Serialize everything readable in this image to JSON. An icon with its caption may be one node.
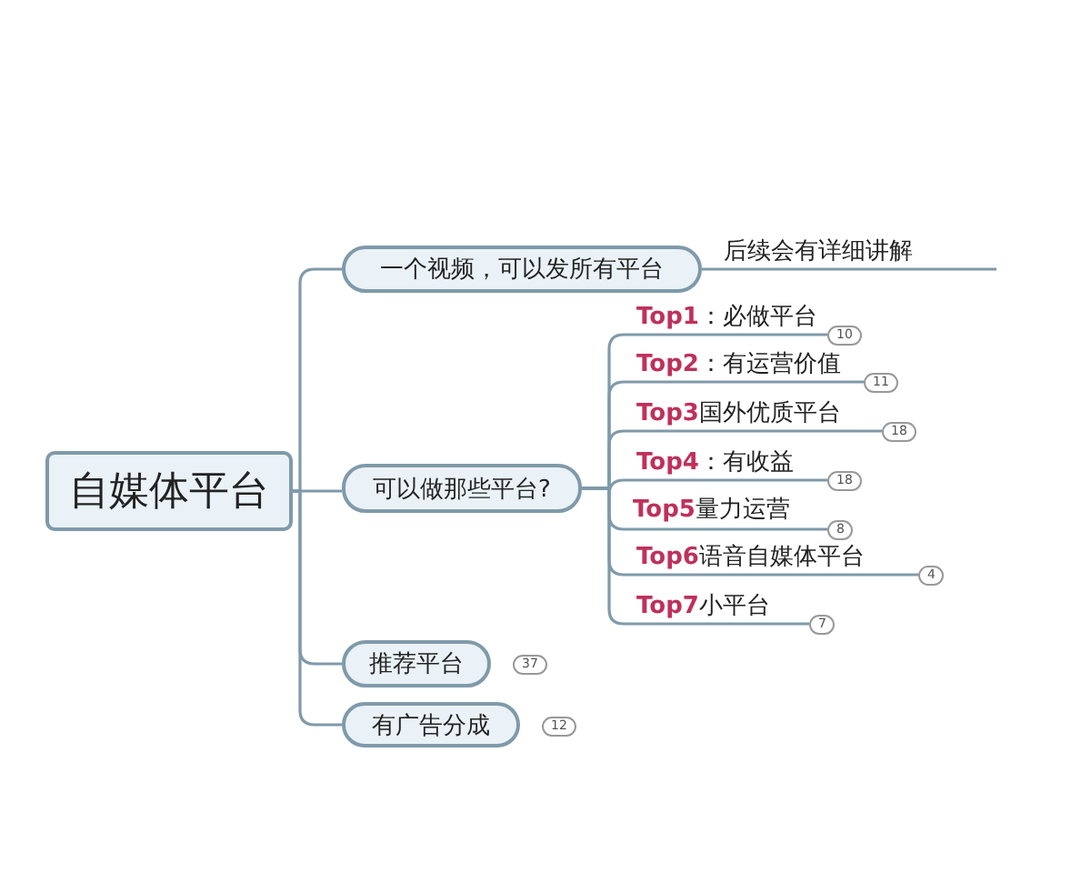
{
  "diagram": {
    "nodes": [
      {
        "text": [
          "自媒体平台"
        ]
      },
      {
        "text": [
          "一个视频，可以发所有平台"
        ]
      },
      {
        "text": [
          "可以做那些平台?"
        ]
      },
      {
        "text": [
          "推荐平台"
        ]
      },
      {
        "text": [
          "有广告分成"
        ]
      },
      {
        "text": [
          "后续会有详细讲解"
        ]
      },
      {
        "text": [
          "Top1",
          "：必做平台"
        ]
      },
      {
        "text": [
          "Top2",
          "：有运营价值"
        ]
      },
      {
        "text": [
          "Top3",
          "国外优质平台"
        ]
      },
      {
        "text": [
          "Top4",
          "：有收益"
        ]
      },
      {
        "text": [
          "Top5",
          "量力运营"
        ]
      },
      {
        "text": [
          "Top6",
          "语音自媒体平台"
        ]
      },
      {
        "text": [
          "Top7",
          "小平台"
        ]
      }
    ],
    "labels": [
      "10",
      "11",
      "18",
      "18",
      "8",
      "4",
      "7",
      "37",
      "12"
    ],
    "edges": [
      {
        "from": 0,
        "to": 1,
        "arrow": "none"
      },
      {
        "from": 0,
        "to": 2,
        "arrow": "none"
      },
      {
        "from": 0,
        "to": 3,
        "arrow": "none"
      },
      {
        "from": 0,
        "to": 4,
        "arrow": "none"
      },
      {
        "from": 1,
        "to": 5,
        "arrow": "none"
      },
      {
        "from": 2,
        "to": 6,
        "arrow": "none"
      },
      {
        "from": 2,
        "to": 7,
        "arrow": "none"
      },
      {
        "from": 2,
        "to": 8,
        "arrow": "none"
      },
      {
        "from": 2,
        "to": 9,
        "arrow": "none"
      },
      {
        "from": 2,
        "to": 10,
        "arrow": "none"
      },
      {
        "from": 2,
        "to": 11,
        "arrow": "none"
      },
      {
        "from": 2,
        "to": 12,
        "arrow": "none"
      }
    ]
  }
}
